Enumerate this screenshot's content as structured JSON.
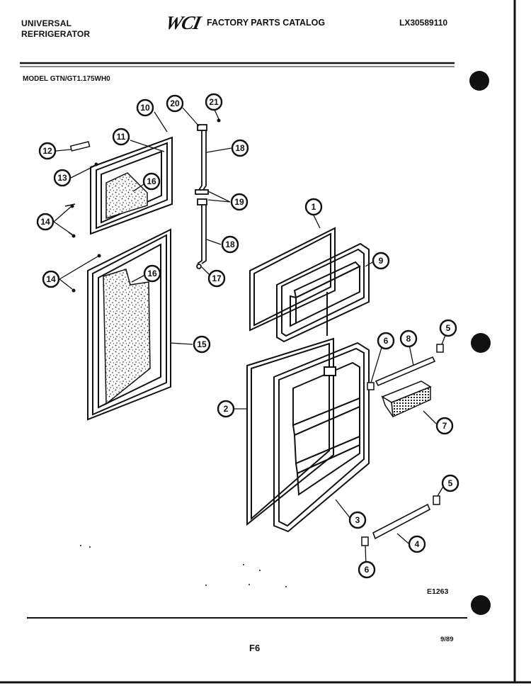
{
  "header": {
    "brand_line1": "UNIVERSAL",
    "brand_line2": "REFRIGERATOR",
    "logo_text": "WCI",
    "catalog_title": "FACTORY PARTS CATALOG",
    "catalog_number": "LX30589110",
    "model_line": "MODEL GTN/GT1.175WH0"
  },
  "footer": {
    "diagram_code": "E1263",
    "page_number": "F6",
    "date_code": "9/89"
  },
  "callouts": [
    "1",
    "2",
    "3",
    "4",
    "5",
    "5",
    "6",
    "6",
    "7",
    "8",
    "9",
    "10",
    "11",
    "12",
    "13",
    "14",
    "14",
    "15",
    "16",
    "16",
    "17",
    "18",
    "18",
    "19",
    "20",
    "21"
  ]
}
